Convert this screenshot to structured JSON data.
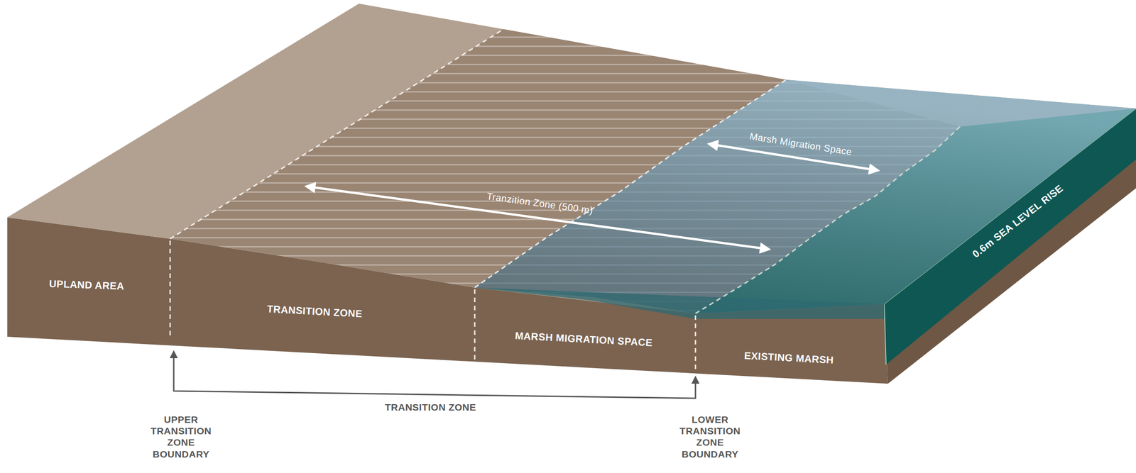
{
  "diagram": {
    "labels": [
      "UPLAND AREA",
      "TRANSITION ZONE",
      "MARSH MIGRATION SPACE",
      "EXISTING MARSH",
      "Tranzition Zone (500 m)",
      "Marsh Migration Space",
      "0.6m SEA LEVEL RISE",
      "UPPER TRANSITION ZONE BOUNDARY",
      "TRANSITION ZONE",
      "LOWER TRANSITION ZONE BOUNDARY"
    ]
  }
}
